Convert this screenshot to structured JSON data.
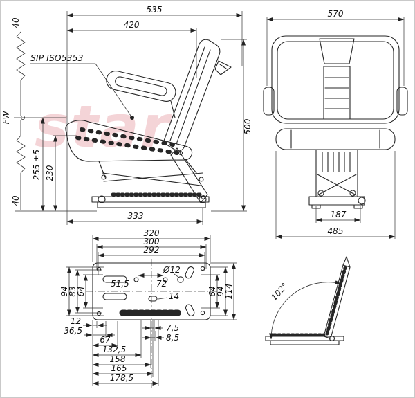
{
  "drawing": {
    "watermark": "star",
    "side_view": {
      "dim_535": "535",
      "dim_420": "420",
      "label_standard": "SIP ISO5353",
      "label_fw": "FW",
      "dim_40_top": "40",
      "dim_40_bottom": "40",
      "dim_255": "255 ±5",
      "dim_230": "230",
      "dim_500": "500",
      "dim_333": "333"
    },
    "front_view": {
      "dim_570": "570",
      "dim_187": "187",
      "dim_485": "485"
    },
    "plan_view": {
      "dim_320": "320",
      "dim_300": "300",
      "dim_292": "292",
      "dim_51_5": "51,5",
      "dim_d12": "Ø12",
      "dim_72": "72",
      "dim_14": "14",
      "dim_94_left": "94",
      "dim_83": "83",
      "dim_64_left": "64",
      "dim_64_right": "64",
      "dim_94_right": "94",
      "dim_114": "114",
      "dim_12": "12",
      "dim_36_5": "36,5",
      "dim_7_5": "7,5",
      "dim_8_5": "8,5",
      "dim_67": "67",
      "dim_132_5": "132,5",
      "dim_158": "158",
      "dim_165": "165",
      "dim_178_5": "178,5"
    },
    "angle_view": {
      "dim_102": "102°"
    }
  }
}
